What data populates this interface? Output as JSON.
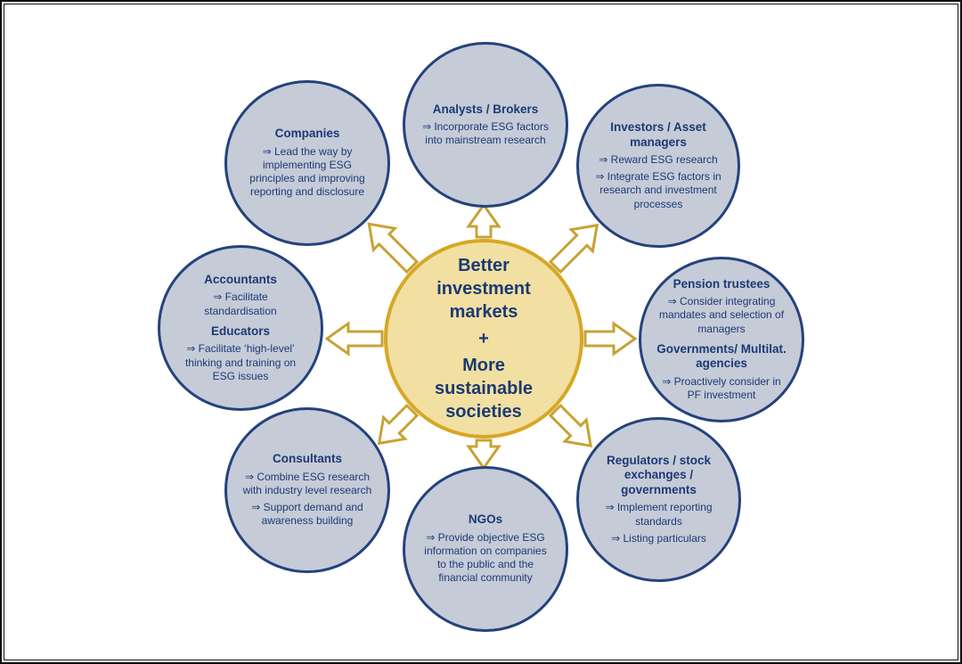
{
  "colors": {
    "node_fill": "#c6cbd8",
    "node_border": "#24427c",
    "node_text": "#1b3a74",
    "center_fill": "#f2dfa2",
    "center_border": "#d7a725",
    "arrow_stroke": "#c7a335"
  },
  "center": {
    "line1": "Better investment markets",
    "plus": "+",
    "line2": "More sustainable societies"
  },
  "nodes": {
    "companies": {
      "sections": [
        {
          "title": "Companies",
          "items": [
            "⇒ Lead the way by implementing ESG principles and improving reporting and disclosure"
          ]
        }
      ]
    },
    "analysts": {
      "sections": [
        {
          "title": "Analysts / Brokers",
          "items": [
            "⇒ Incorporate ESG factors into mainstream research"
          ]
        }
      ]
    },
    "investors": {
      "sections": [
        {
          "title": "Investors / Asset managers",
          "items": [
            "⇒ Reward ESG research",
            "⇒ Integrate ESG factors in research and investment processes"
          ]
        }
      ]
    },
    "accountants_educators": {
      "sections": [
        {
          "title": "Accountants",
          "items": [
            "⇒ Facilitate standardisation"
          ]
        },
        {
          "title": "Educators",
          "items": [
            "⇒ Facilitate ‘high-level’ thinking and training on ESG issues"
          ]
        }
      ]
    },
    "pension_governments": {
      "sections": [
        {
          "title": "Pension trustees",
          "items": [
            "⇒ Consider integrating mandates and selection of managers"
          ]
        },
        {
          "title": "Governments/ Multilat. agencies",
          "items": [
            "⇒ Proactively consider in PF investment"
          ]
        }
      ]
    },
    "consultants": {
      "sections": [
        {
          "title": "Consultants",
          "items": [
            "⇒ Combine ESG research with industry level research",
            "⇒ Support demand and awareness building"
          ]
        }
      ]
    },
    "ngos": {
      "sections": [
        {
          "title": "NGOs",
          "items": [
            "⇒ Provide objective ESG information on companies to the public and the financial community"
          ]
        }
      ]
    },
    "regulators": {
      "sections": [
        {
          "title": "Regulators / stock exchanges / governments",
          "items": [
            "⇒ Implement reporting standards",
            "⇒ Listing particulars"
          ]
        }
      ]
    }
  }
}
